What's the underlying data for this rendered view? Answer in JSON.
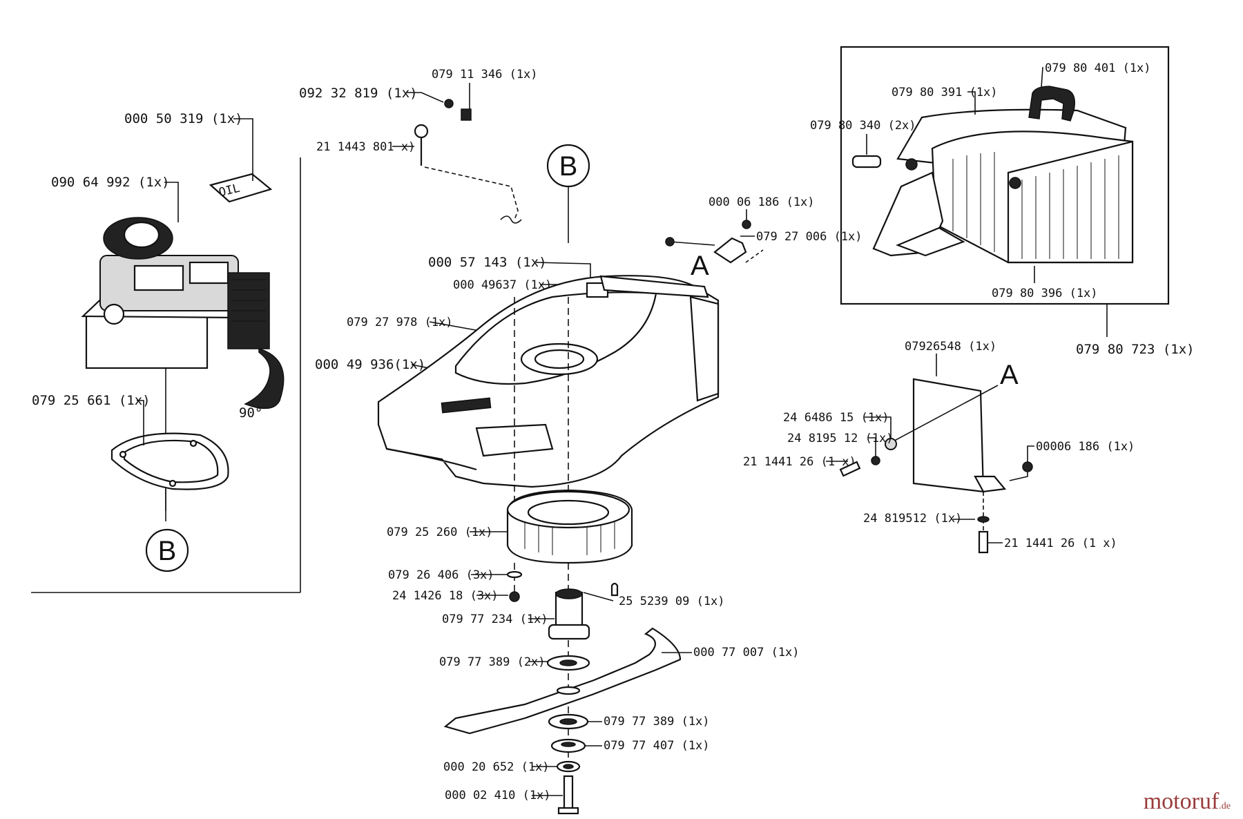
{
  "labels": {
    "oil_sticker": "000 50 319  (1x)",
    "engine": "090 64 992  (1x)",
    "spacer_ring": "079 25 661 (1x)",
    "rotation": "90°",
    "bolt_long": "21 1443 801  x)",
    "screw_top_a": "092 32 819  (1x)",
    "screw_top_b": "079 11 346  (1x)",
    "deck_part_a": "000 57 143  (1x)",
    "deck_part_b": "000 49637  (1x)",
    "deck": "079 27 978 (1x)",
    "deck_cover": "000 49 936(1x)",
    "nut_a": "000 06 186  (1x)",
    "bracket": "079 27 006 (1x)",
    "bag_handle": "079 80 401  (1x)",
    "bag_frame": "079 80 391  (1x)",
    "bag_pin": "079 80 340  (2x)",
    "bag_body": "079 80 396  (1x)",
    "bag_assembly": "079  80  723  (1x)",
    "flap": "07926548 (1x)",
    "washer_a": "24 6486 15  (1x)",
    "washer_b": "24 8195 12  (1x)",
    "bolt_a": "21 1441 26  (1 x)",
    "nut_b": "00006 186  (1x)",
    "washer_c": "24 819512  (1x)",
    "bolt_b": "21 1441 26  (1 x)",
    "fan": "079 25 260  (1x)",
    "washer_d": "079 26 406  (3x)",
    "washer_e": "24 1426 18  (3x)",
    "key": "25 5239 09 (1x)",
    "hub": "079 77 234  (1x)",
    "spacer_2x": "079 77 389  (2x)",
    "blade": "000 77 007  (1x)",
    "spacer_1x": "079 77 389  (1x)",
    "washer_f": "079 77 407  (1x)",
    "washer_g": "000 20 652  (1x)",
    "center_bolt": "000 02 410  (1x)"
  },
  "callouts": {
    "b": "B",
    "a": "A"
  },
  "sticker_text": "OIL",
  "watermark": {
    "brand": "motoruf",
    "tld": ".de"
  }
}
